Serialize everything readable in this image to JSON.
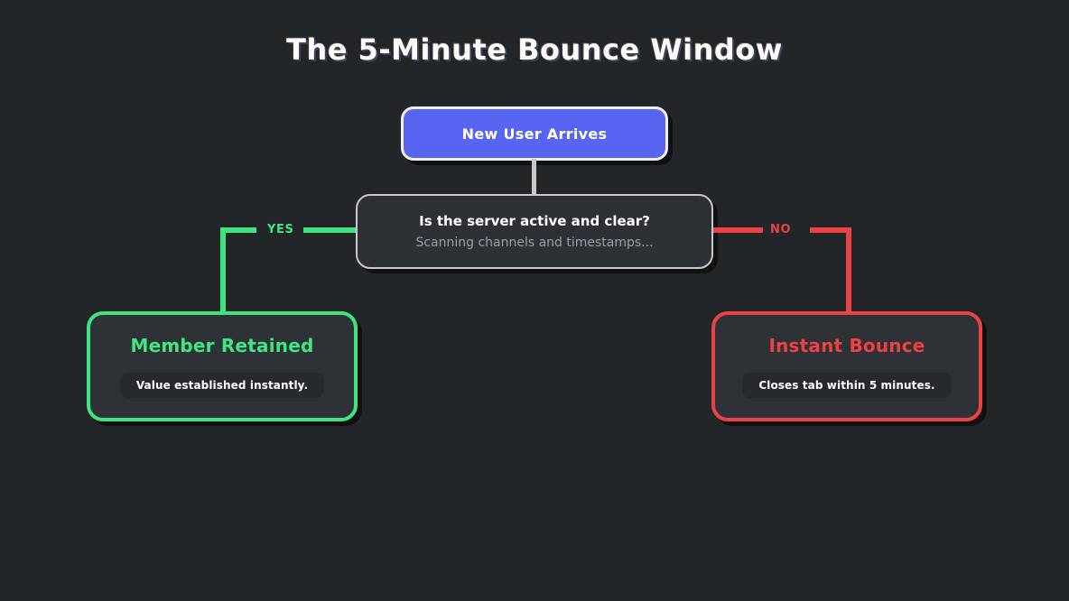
{
  "diagram": {
    "title": "The 5-Minute Bounce Window",
    "background_color": "#232629",
    "nodes": {
      "start": {
        "label": "New User Arrives",
        "fill_color": "#5865F2",
        "border_color": "#F3F1EF"
      },
      "decision": {
        "question": "Is the server active and clear?",
        "subtext": "Scanning channels and timestamps...",
        "fill_color": "#2D3034",
        "border_color": "#C9C9C9"
      },
      "yes_outcome": {
        "title": "Member Retained",
        "badge": "Value established instantly.",
        "accent_color": "#3DE882"
      },
      "no_outcome": {
        "title": "Instant Bounce",
        "badge": "Closes tab within 5 minutes.",
        "accent_color": "#ED4245"
      }
    },
    "branches": {
      "yes_label": "YES",
      "no_label": "NO",
      "yes_color": "#3FE37F",
      "no_color": "#ED4245",
      "stem_color": "#C9C9C9"
    }
  }
}
